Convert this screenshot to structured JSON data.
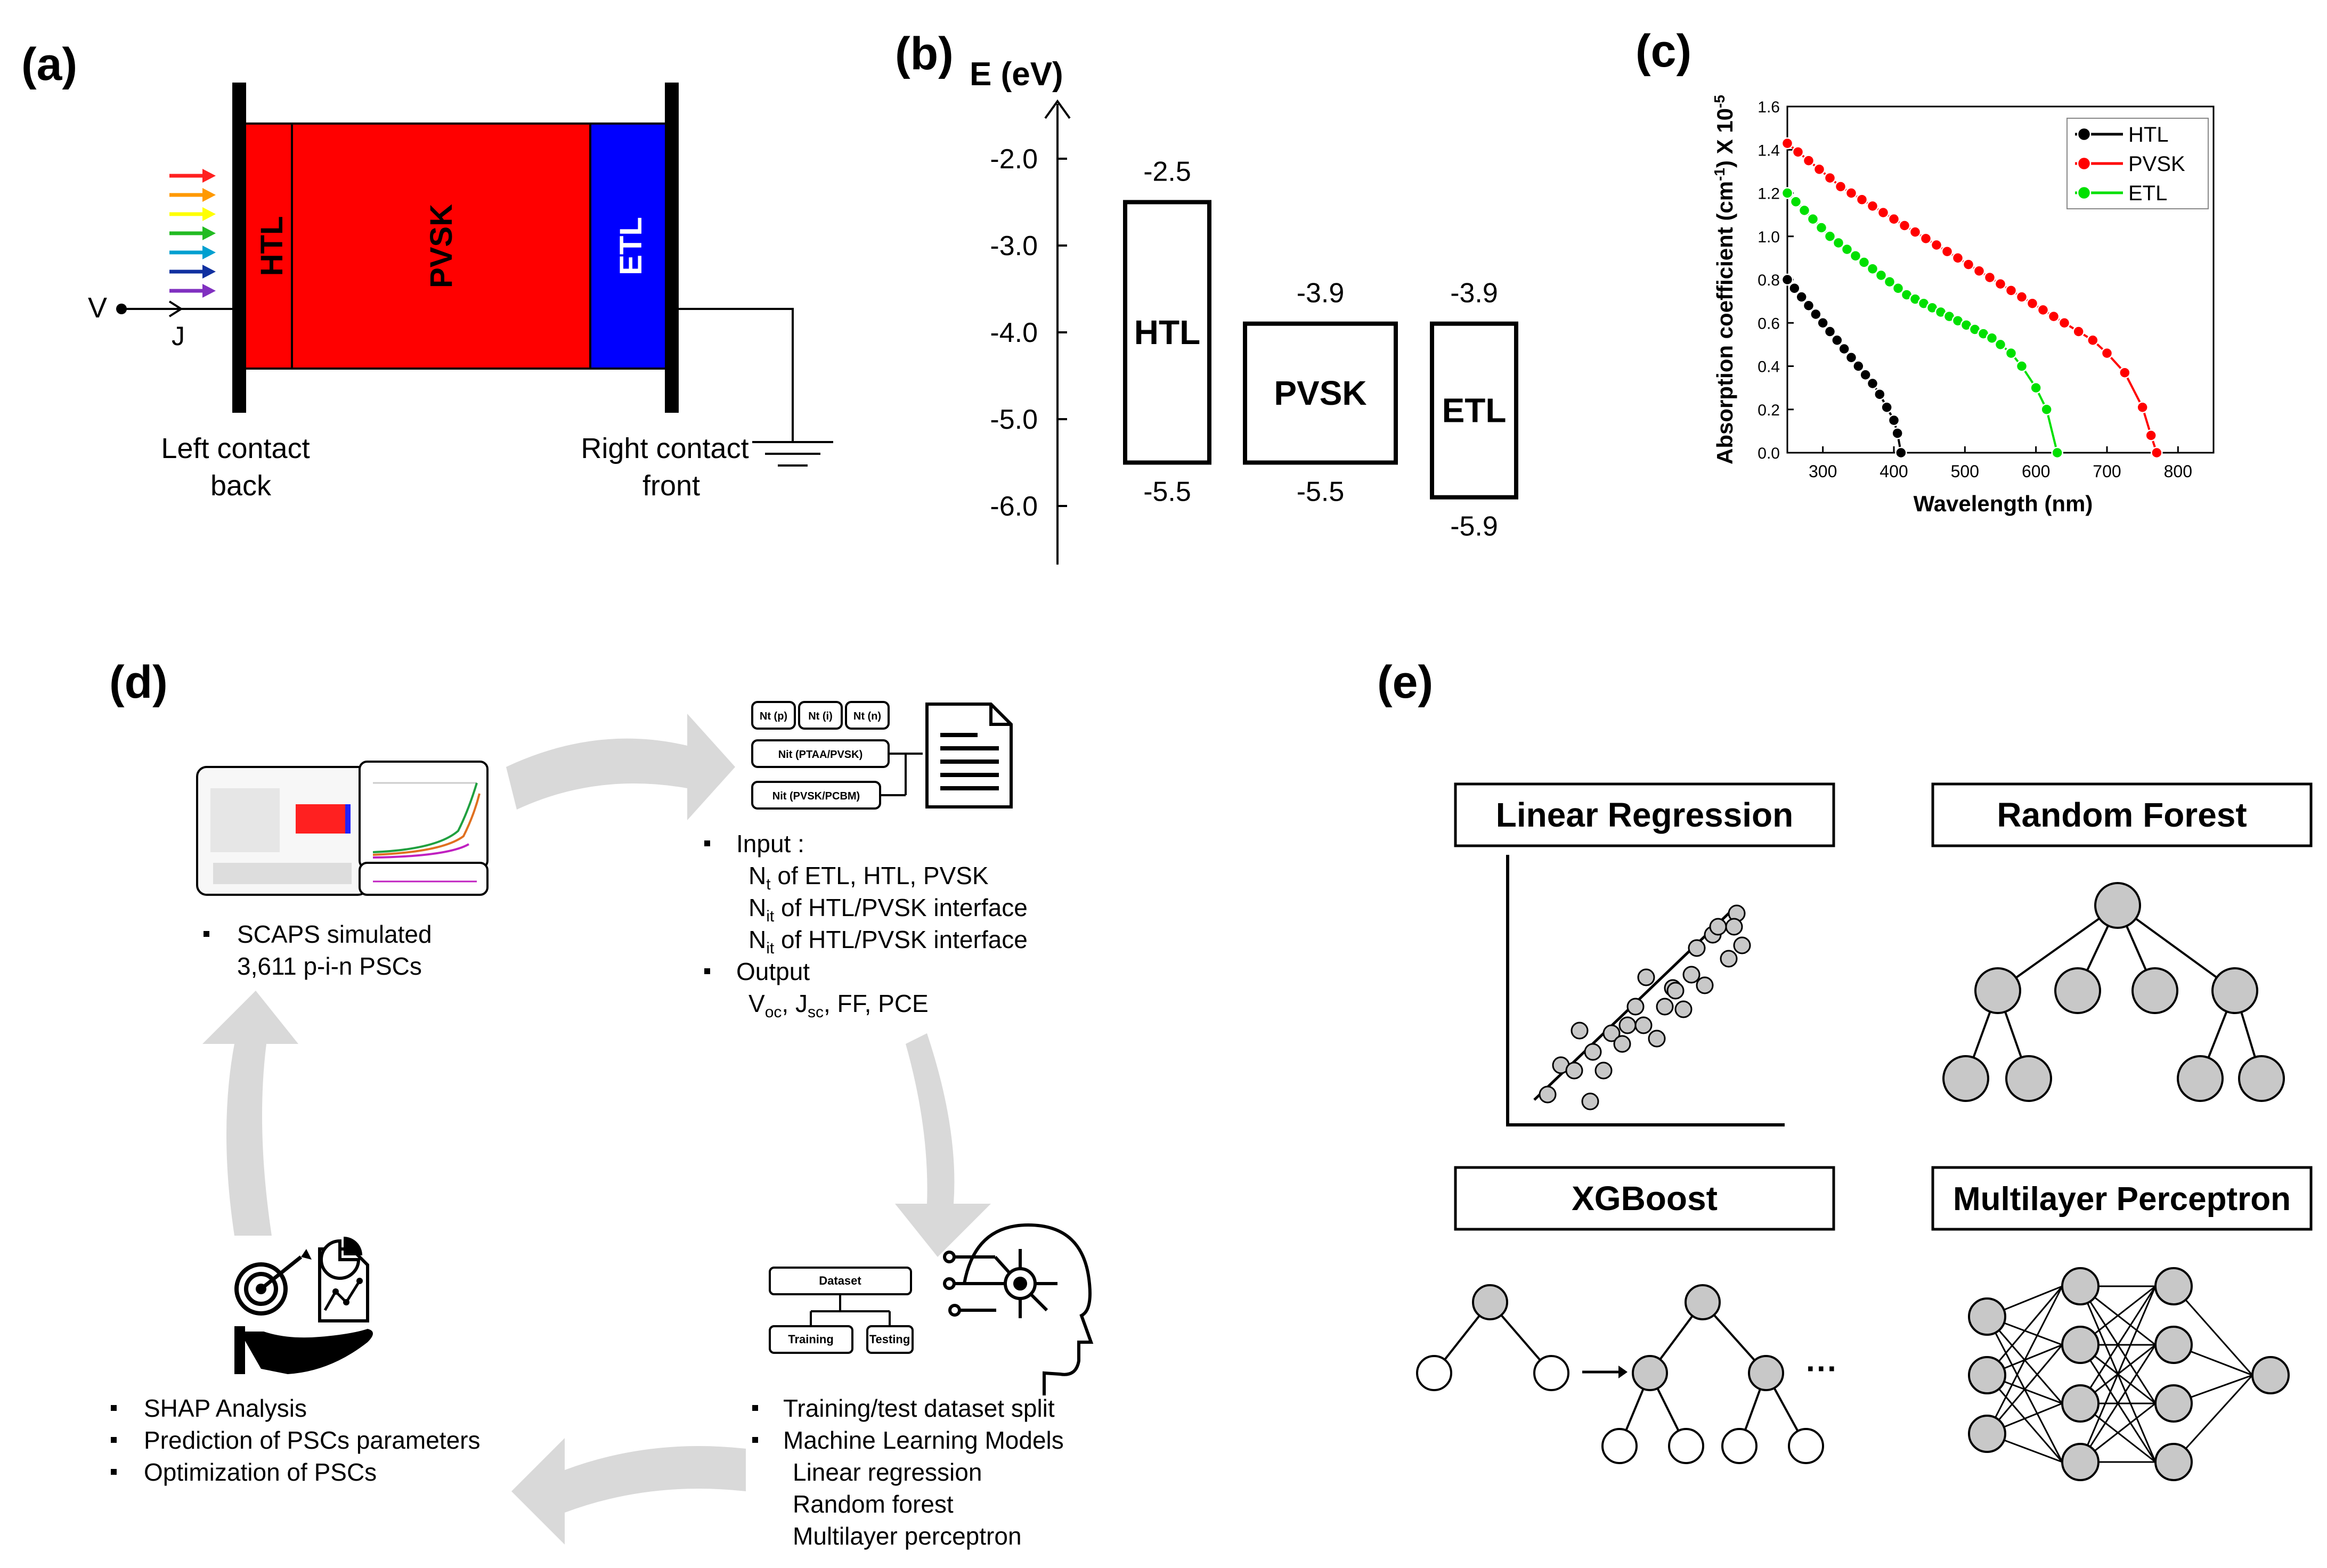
{
  "panel_labels": {
    "a": "(a)",
    "b": "(b)",
    "c": "(c)",
    "d": "(d)",
    "e": "(e)"
  },
  "panel_a": {
    "layers": {
      "htl": "HTL",
      "pvsk": "PVSK",
      "etl": "ETL"
    },
    "v_label": "V",
    "j_label": "J",
    "left_contact": [
      "Left contact",
      "back"
    ],
    "right_contact": [
      "Right contact",
      "front"
    ],
    "colors": {
      "htl": "#ff0000",
      "pvsk": "#ff0000",
      "etl": "#0000ff"
    },
    "light_arrow_colors": [
      "#ff2020",
      "#ff9900",
      "#ffff00",
      "#22bb22",
      "#00a0d0",
      "#1030a0",
      "#8030c0"
    ]
  },
  "panel_b": {
    "axis_label": "E (eV)",
    "ticks": [
      "-2.0",
      "-3.0",
      "-4.0",
      "-5.0",
      "-6.0"
    ],
    "tick_values": [
      -2.0,
      -3.0,
      -4.0,
      -5.0,
      -6.0
    ],
    "bands": [
      {
        "name": "HTL",
        "top": -2.5,
        "bottom": -5.5,
        "top_label": "-2.5",
        "bottom_label": "-5.5"
      },
      {
        "name": "PVSK",
        "top": -3.9,
        "bottom": -5.5,
        "top_label": "-3.9",
        "bottom_label": "-5.5"
      },
      {
        "name": "ETL",
        "top": -3.9,
        "bottom": -5.9,
        "top_label": "-3.9",
        "bottom_label": "-5.9"
      }
    ]
  },
  "chart_data": {
    "type": "line",
    "xlabel": "Wavelength (nm)",
    "ylabel": "Absorption coefficient (cm-1) X 10-5",
    "ylabel_parts": {
      "main": "Absorption coefficient (cm",
      "sup1": "-1",
      "mid": ") X 10",
      "sup2": "-5"
    },
    "xlim": [
      250,
      850
    ],
    "ylim": [
      0,
      1.6
    ],
    "xticks": [
      300,
      400,
      500,
      600,
      700,
      800
    ],
    "yticks": [
      0.0,
      0.2,
      0.4,
      0.6,
      0.8,
      1.0,
      1.2,
      1.4,
      1.6
    ],
    "xtick_labels": [
      "300",
      "400",
      "500",
      "600",
      "700",
      "800"
    ],
    "ytick_labels": [
      "0.0",
      "0.2",
      "0.4",
      "0.6",
      "0.8",
      "1.0",
      "1.2",
      "1.4",
      "1.6"
    ],
    "legend": "top-right",
    "series": [
      {
        "name": "HTL",
        "color": "#000000",
        "x": [
          250,
          260,
          270,
          280,
          290,
          300,
          310,
          320,
          330,
          340,
          350,
          360,
          370,
          380,
          390,
          400,
          405,
          410
        ],
        "y": [
          0.8,
          0.76,
          0.72,
          0.68,
          0.64,
          0.6,
          0.56,
          0.52,
          0.48,
          0.44,
          0.4,
          0.36,
          0.32,
          0.27,
          0.21,
          0.15,
          0.09,
          0.0
        ]
      },
      {
        "name": "PVSK",
        "color": "#ff0000",
        "x": [
          250,
          265,
          280,
          295,
          310,
          325,
          340,
          355,
          370,
          385,
          400,
          415,
          430,
          445,
          460,
          475,
          490,
          505,
          520,
          535,
          550,
          565,
          580,
          595,
          610,
          625,
          640,
          660,
          680,
          700,
          725,
          750,
          762,
          770
        ],
        "y": [
          1.43,
          1.39,
          1.35,
          1.31,
          1.27,
          1.23,
          1.2,
          1.17,
          1.14,
          1.11,
          1.08,
          1.05,
          1.02,
          0.99,
          0.96,
          0.93,
          0.9,
          0.87,
          0.84,
          0.81,
          0.78,
          0.75,
          0.72,
          0.69,
          0.66,
          0.63,
          0.6,
          0.56,
          0.52,
          0.46,
          0.37,
          0.21,
          0.08,
          0.0
        ]
      },
      {
        "name": "ETL",
        "color": "#00e000",
        "x": [
          250,
          262,
          274,
          286,
          298,
          310,
          322,
          334,
          346,
          358,
          370,
          382,
          394,
          406,
          418,
          430,
          442,
          454,
          466,
          478,
          490,
          502,
          514,
          526,
          538,
          550,
          565,
          580,
          600,
          615,
          630
        ],
        "y": [
          1.2,
          1.16,
          1.12,
          1.08,
          1.04,
          1.0,
          0.97,
          0.94,
          0.91,
          0.88,
          0.85,
          0.82,
          0.79,
          0.76,
          0.73,
          0.71,
          0.69,
          0.67,
          0.65,
          0.63,
          0.61,
          0.59,
          0.57,
          0.55,
          0.53,
          0.5,
          0.46,
          0.4,
          0.3,
          0.2,
          0.0
        ]
      }
    ]
  },
  "panel_d": {
    "param_boxes": [
      "Nt (p)",
      "Nt (i)",
      "Nt (n)",
      "Nit (PTAA/PVSK)",
      "Nit (PVSK/PCBM)"
    ],
    "dataset_box": "Dataset",
    "training_box": "Training",
    "testing_box": "Testing",
    "scaps_lines": [
      "SCAPS simulated",
      "3,611 p-i-n PSCs"
    ],
    "input": {
      "title": "Input :",
      "l1": {
        "a": "N",
        "sub": "t",
        "b": " of ETL, HTL, PVSK"
      },
      "l2": {
        "a": "N",
        "sub": "it",
        "b": " of HTL/PVSK interface"
      },
      "l3": {
        "a": "N",
        "sub": "it",
        "b": " of HTL/PVSK interface"
      }
    },
    "output": {
      "title": "Output",
      "v": "V",
      "v_sub": "oc",
      "sep1": ", ",
      "j": "J",
      "j_sub": "sc",
      "rest": ", FF, PCE"
    },
    "ml_lines": [
      "Training/test dataset split",
      "Machine Learning Models"
    ],
    "ml_models": [
      "Linear regression",
      "Random forest",
      "Multilayer perceptron"
    ],
    "shap_lines": [
      "SHAP Analysis",
      "Prediction of PSCs parameters",
      "Optimization of PSCs"
    ]
  },
  "panel_e": {
    "models": [
      "Linear Regression",
      "Random Forest",
      "XGBoost",
      "Multilayer Perceptron"
    ],
    "ellipsis": "···"
  }
}
